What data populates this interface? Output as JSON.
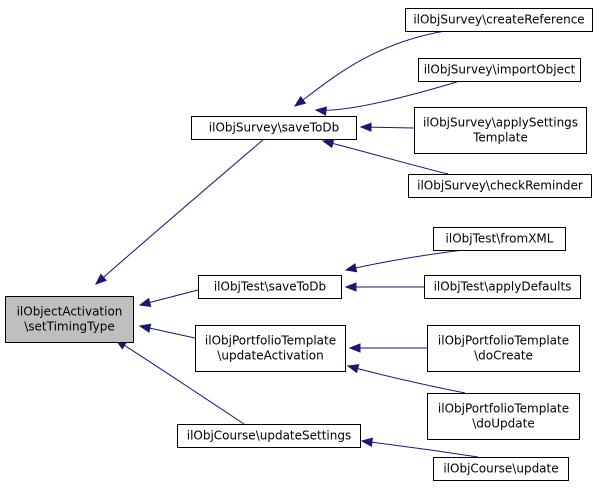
{
  "graph": {
    "colors": {
      "edge": "#191970",
      "root_fill": "#bfbfbf",
      "node_fill": "#ffffff",
      "node_border": "#000000"
    },
    "nodes": [
      {
        "id": "root",
        "lines": [
          "ilObjectActivation",
          "\\setTimingType"
        ],
        "highlighted": true
      },
      {
        "id": "survey_save",
        "lines": [
          "ilObjSurvey\\saveToDb"
        ]
      },
      {
        "id": "survey_create",
        "lines": [
          "ilObjSurvey\\createReference"
        ]
      },
      {
        "id": "survey_import",
        "lines": [
          "ilObjSurvey\\importObject"
        ]
      },
      {
        "id": "survey_apply",
        "lines": [
          "ilObjSurvey\\applySettings",
          "Template"
        ]
      },
      {
        "id": "survey_check",
        "lines": [
          "ilObjSurvey\\checkReminder"
        ]
      },
      {
        "id": "test_save",
        "lines": [
          "ilObjTest\\saveToDb"
        ]
      },
      {
        "id": "test_fromxml",
        "lines": [
          "ilObjTest\\fromXML"
        ]
      },
      {
        "id": "test_defaults",
        "lines": [
          "ilObjTest\\applyDefaults"
        ]
      },
      {
        "id": "portfolio_update",
        "lines": [
          "ilObjPortfolioTemplate",
          "\\updateActivation"
        ]
      },
      {
        "id": "portfolio_create",
        "lines": [
          "ilObjPortfolioTemplate",
          "\\doCreate"
        ]
      },
      {
        "id": "portfolio_doupdate",
        "lines": [
          "ilObjPortfolioTemplate",
          "\\doUpdate"
        ]
      },
      {
        "id": "course_settings",
        "lines": [
          "ilObjCourse\\updateSettings"
        ]
      },
      {
        "id": "course_update",
        "lines": [
          "ilObjCourse\\update"
        ]
      }
    ],
    "edges": [
      {
        "from": "survey_save",
        "to": "root"
      },
      {
        "from": "test_save",
        "to": "root"
      },
      {
        "from": "portfolio_update",
        "to": "root"
      },
      {
        "from": "course_settings",
        "to": "root"
      },
      {
        "from": "survey_create",
        "to": "survey_save"
      },
      {
        "from": "survey_import",
        "to": "survey_save"
      },
      {
        "from": "survey_apply",
        "to": "survey_save"
      },
      {
        "from": "survey_check",
        "to": "survey_save"
      },
      {
        "from": "test_fromxml",
        "to": "test_save"
      },
      {
        "from": "test_defaults",
        "to": "test_save"
      },
      {
        "from": "portfolio_create",
        "to": "portfolio_update"
      },
      {
        "from": "portfolio_doupdate",
        "to": "portfolio_update"
      },
      {
        "from": "course_update",
        "to": "course_settings"
      }
    ]
  }
}
